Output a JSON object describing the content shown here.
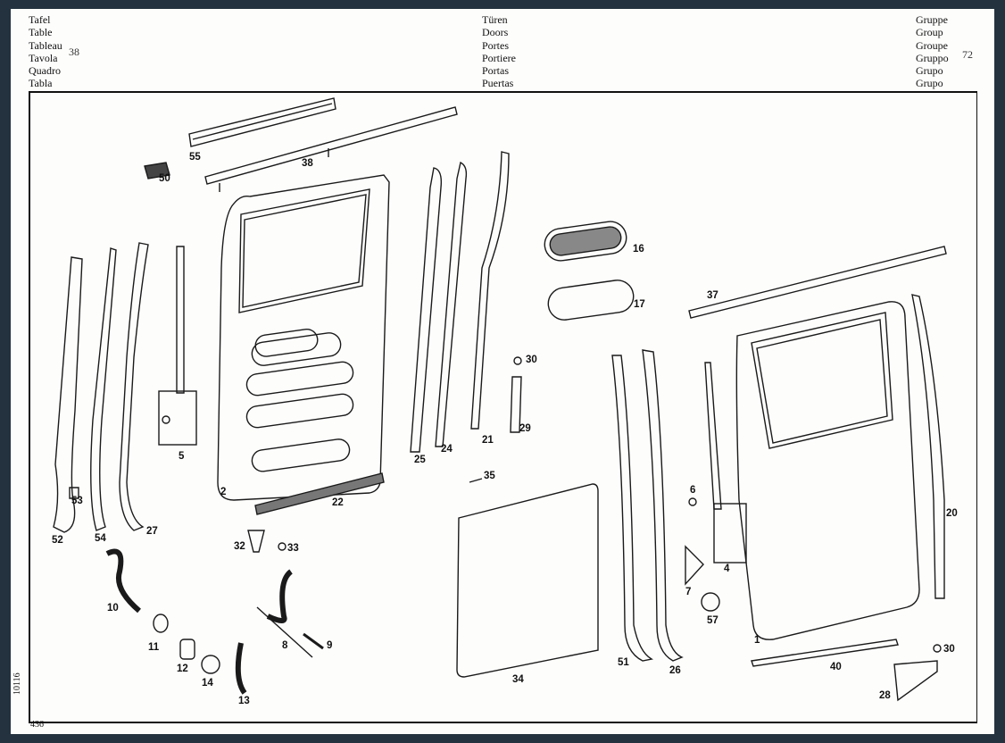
{
  "header": {
    "left": [
      "Tafel",
      "Table",
      "Tableau",
      "Tavola",
      "Quadro",
      "Tabla"
    ],
    "plate_number": "38",
    "center": [
      "Türen",
      "Doors",
      "Portes",
      "Portiere",
      "Portas",
      "Puertas"
    ],
    "right": [
      "Gruppe",
      "Group",
      "Groupe",
      "Gruppo",
      "Grupo",
      "Grupo"
    ],
    "group_number": "72"
  },
  "callouts": [
    "55",
    "38",
    "50",
    "16",
    "17",
    "37",
    "30",
    "29",
    "21",
    "24",
    "25",
    "5",
    "2",
    "22",
    "35",
    "53",
    "52",
    "54",
    "27",
    "32",
    "33",
    "6",
    "20",
    "4",
    "7",
    "57",
    "1",
    "10",
    "11",
    "8",
    "9",
    "12",
    "14",
    "13",
    "34",
    "51",
    "26",
    "40",
    "30",
    "28"
  ],
  "footer": {
    "side_code": "10116",
    "page_number": "436"
  }
}
